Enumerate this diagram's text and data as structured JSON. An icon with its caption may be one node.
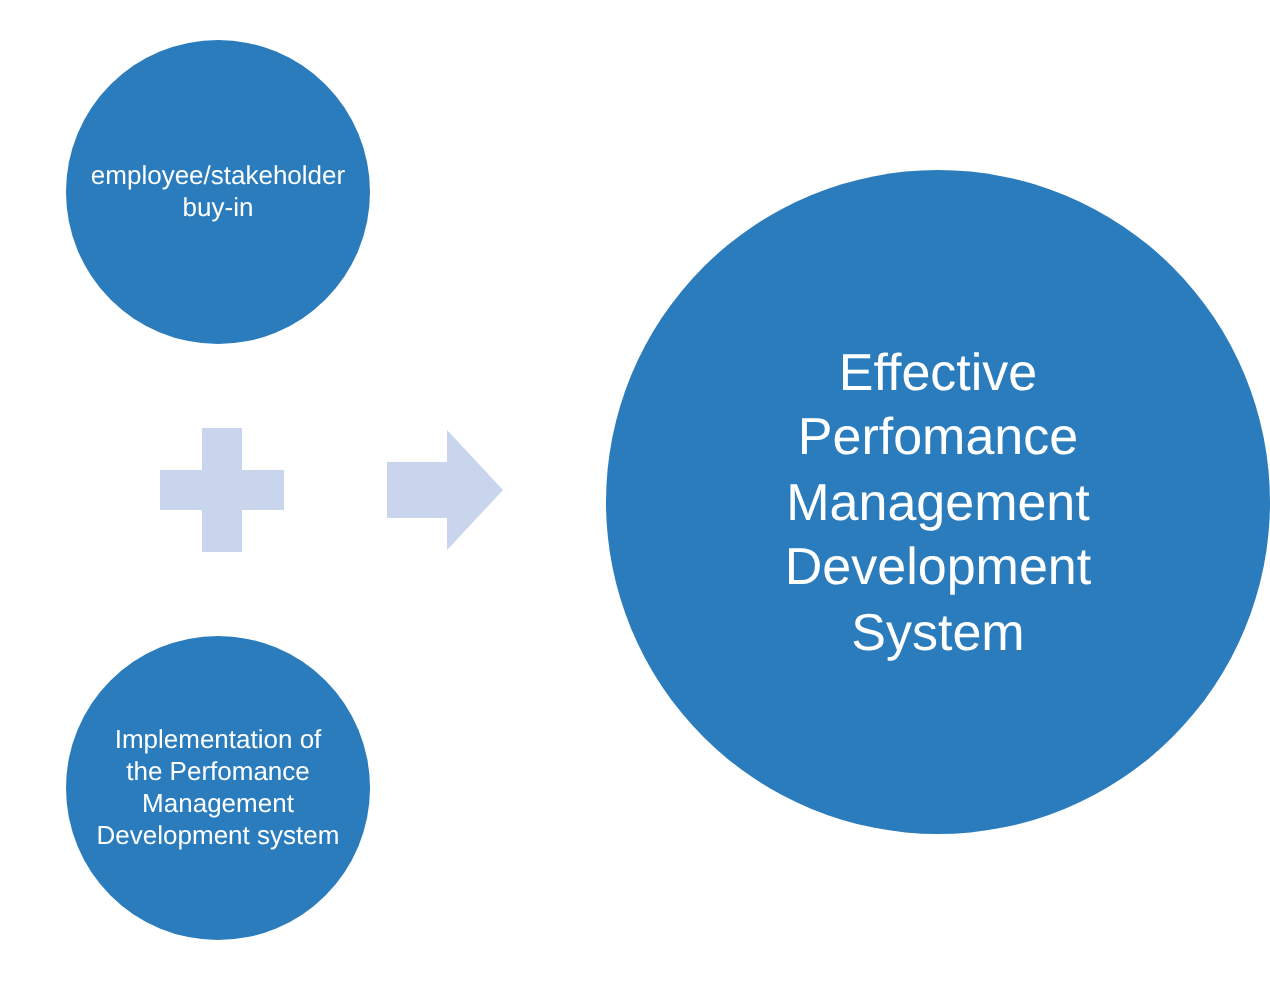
{
  "diagram": {
    "nodes": [
      {
        "text": [
          "employee/stakeholder buy-in"
        ]
      },
      {
        "text": [],
        "shape": "plus"
      },
      {
        "text": [
          "Implementation of the Perfomance Management Development system"
        ]
      },
      {
        "text": [
          "Effective Perfomance Management Development System"
        ]
      }
    ],
    "edges": [
      {
        "from": 1,
        "to": 3,
        "arrow": "to"
      }
    ]
  }
}
